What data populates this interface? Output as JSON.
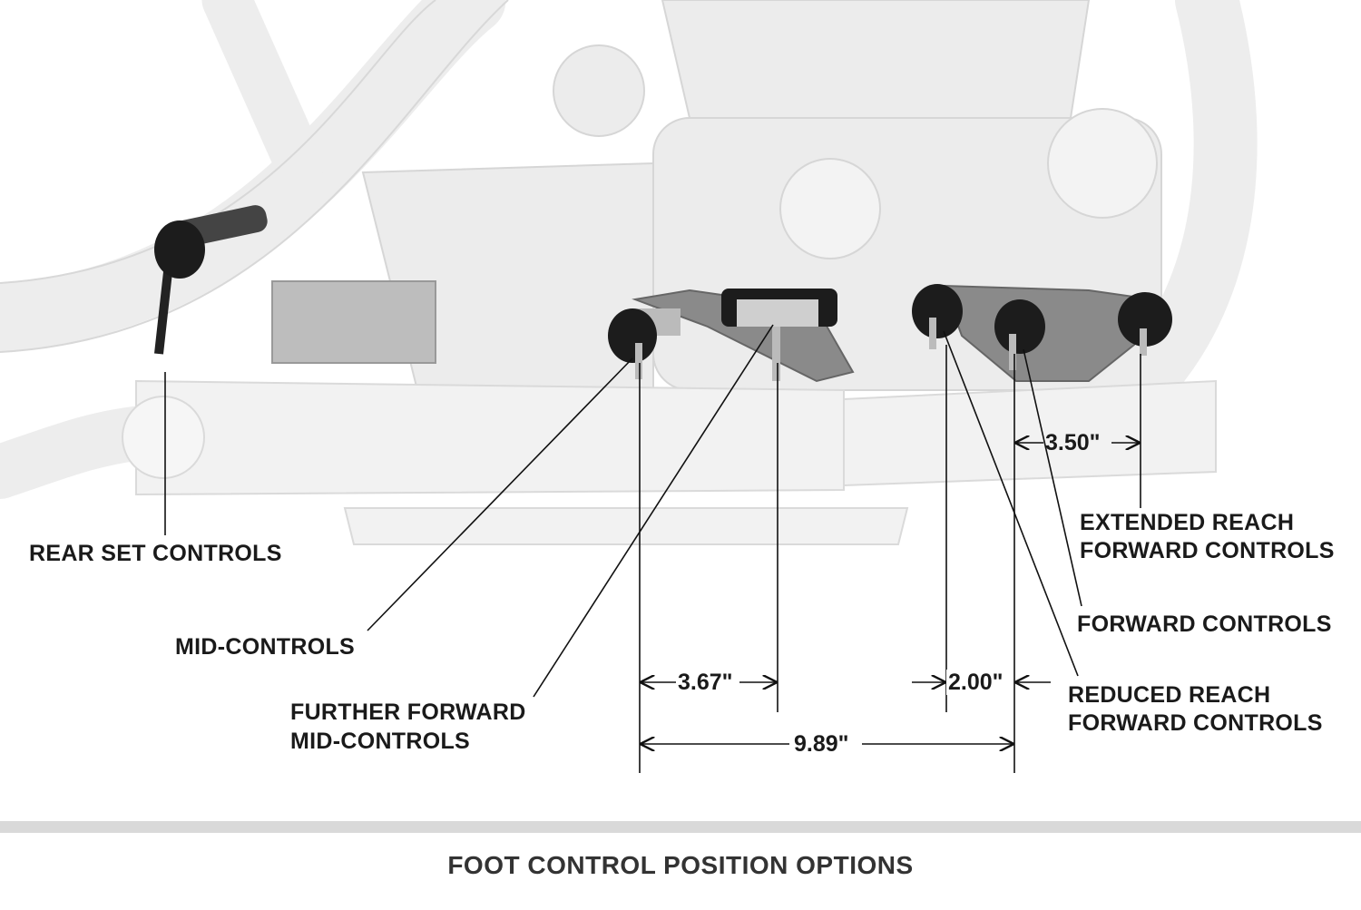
{
  "labels": {
    "rear_set": "REAR SET CONTROLS",
    "mid": "MID-CONTROLS",
    "further_forward_1": "FURTHER FORWARD",
    "further_forward_2": "MID-CONTROLS",
    "extended_1": "EXTENDED REACH",
    "extended_2": "FORWARD CONTROLS",
    "forward": "FORWARD CONTROLS",
    "reduced_1": "REDUCED REACH",
    "reduced_2": "FORWARD CONTROLS"
  },
  "dimensions": {
    "extended_offset": "3.50\"",
    "further_forward_offset": "3.67\"",
    "reduced_offset": "2.00\"",
    "total_span": "9.89\""
  },
  "title": "FOOT CONTROL POSITION OPTIONS",
  "colors": {
    "peg": "#1c1c1c",
    "render": "#ececec",
    "line": "#111111"
  }
}
